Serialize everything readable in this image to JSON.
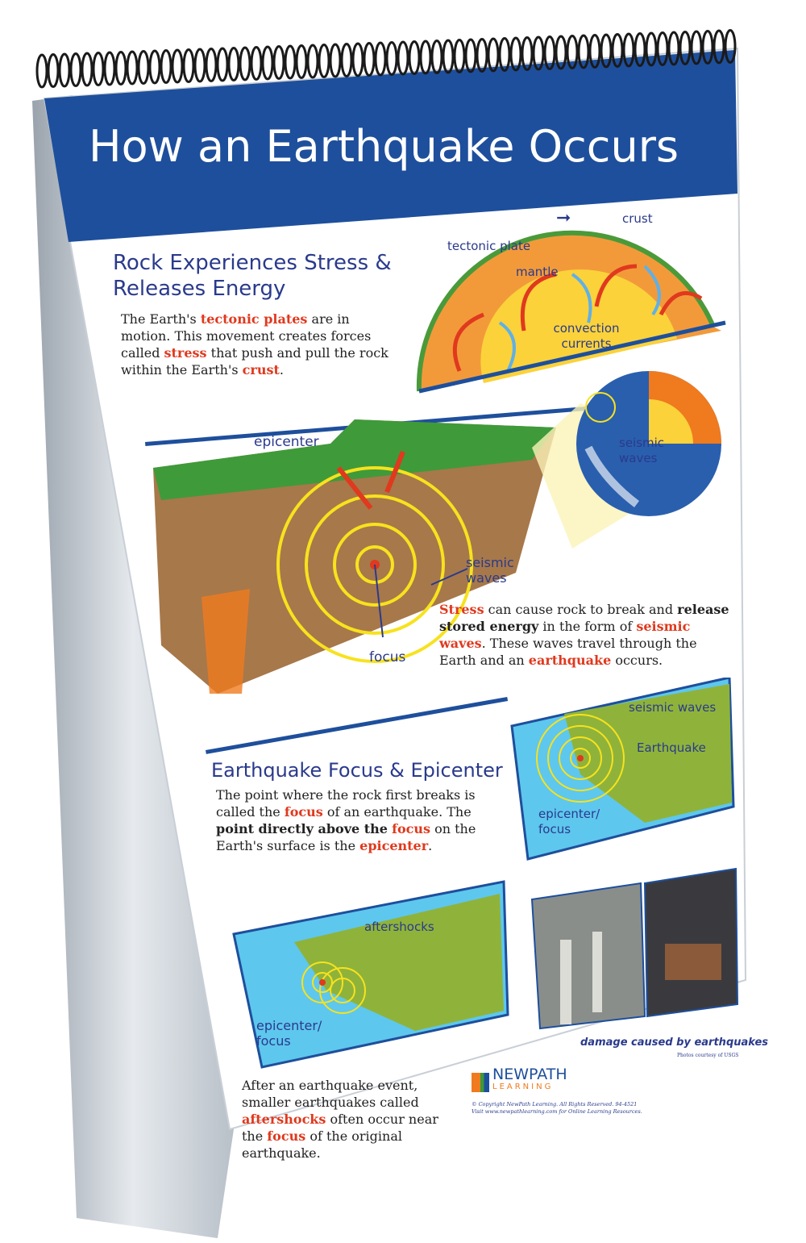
{
  "title": "How an Earthquake Occurs",
  "section1": {
    "heading_line1": "Rock Experiences Stress &",
    "heading_line2": "Releases Energy",
    "text": [
      "The Earth's ",
      "tectonic plates",
      " are in motion. This movement creates forces called ",
      "stress",
      " that push and pull the rock within the Earth's ",
      "crust",
      "."
    ],
    "labels": {
      "tectonic_plate": "tectonic plate",
      "crust": "crust",
      "mantle": "mantle",
      "convection": "convection currents"
    }
  },
  "section2": {
    "labels": {
      "epicenter": "epicenter",
      "seismic_waves": "seismic waves",
      "focus": "focus",
      "globe_waves": "seismic waves"
    },
    "text": [
      "Stress",
      " can cause rock to break and ",
      "release stored energy",
      " in the form of ",
      "seismic waves",
      ". These waves travel through the Earth and an ",
      "earthquake",
      " occurs."
    ]
  },
  "section3": {
    "heading": "Earthquake Focus & Epicenter",
    "text": [
      "The point where the rock first breaks is called the ",
      "focus",
      " of an earthquake. The ",
      "point directly above the",
      " ",
      "focus",
      " on the Earth's surface is the ",
      "epicenter",
      "."
    ],
    "map_labels": {
      "aftershocks": "aftershocks",
      "epicenter_focus": "epicenter/ focus"
    },
    "map2_labels": {
      "seismic_waves": "seismic waves",
      "earthquake": "Earthquake",
      "epicenter_focus": "epicenter/ focus"
    },
    "photo_caption": "damage caused by earthquakes",
    "photo_credit": "Photos courtesy of USGS",
    "aftershock_text": [
      "After an earthquake event, smaller earthquakes called ",
      "aftershocks",
      " often occur near the ",
      "focus",
      " of the original earthquake."
    ]
  },
  "footer": {
    "brand_top": "NEWPATH",
    "brand_bottom": "LEARNING",
    "copyright": "© Copyright NewPath Learning. All Rights Reserved. 94-4521",
    "visit": "Visit www.newpathlearning.com for Online Learning Resources."
  },
  "colors": {
    "header_blue": "#1e4f9c",
    "accent_red": "#e0391e",
    "heading_blue": "#2a3a8c"
  }
}
